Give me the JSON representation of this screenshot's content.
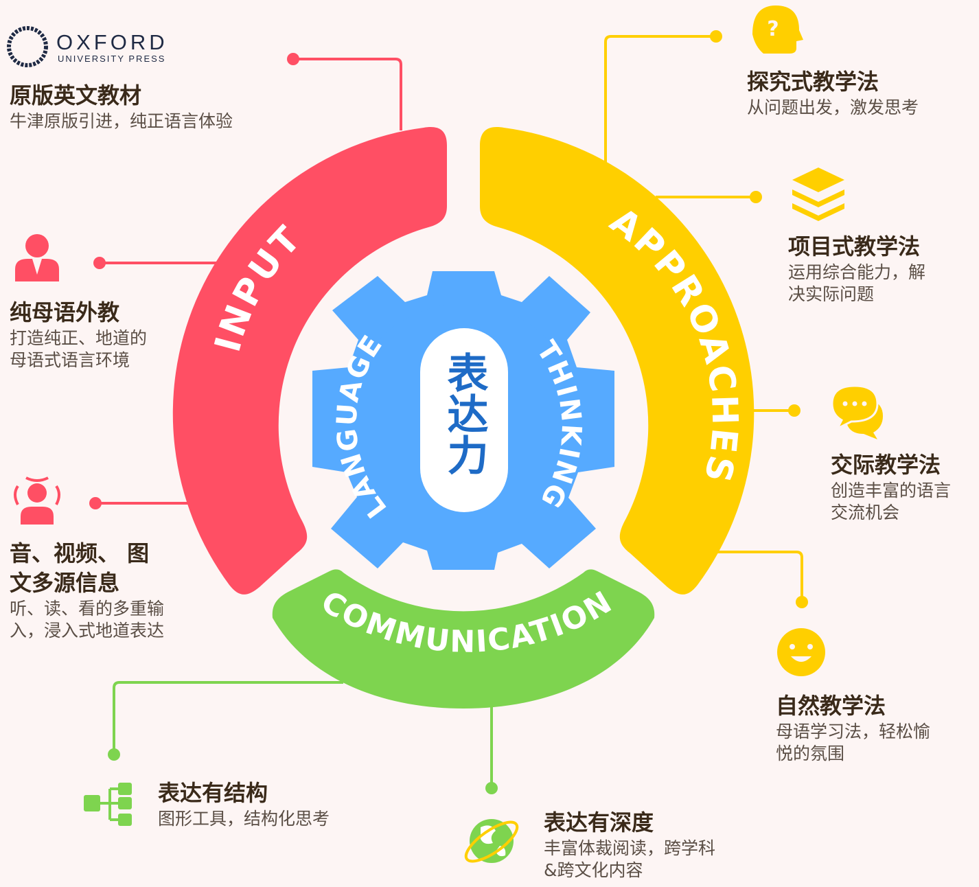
{
  "logo": {
    "word": "OXFORD",
    "sub": "UNIVERSITY PRESS"
  },
  "center": {
    "label": "表达力"
  },
  "gear": {
    "left_label": "LANGUAGE",
    "right_label": "THINKING"
  },
  "segments": [
    {
      "id": "input",
      "label": "INPUT",
      "color": "#FF4F64"
    },
    {
      "id": "approaches",
      "label": "APPROACHES",
      "color": "#FFCF00"
    },
    {
      "id": "communication",
      "label": "COMMUNICATION",
      "color": "#7ED44F"
    }
  ],
  "colors": {
    "background": "#FDF5F4",
    "gear": "#56AAFF",
    "center_text": "#1E6BC6",
    "title_text": "#3a2a1a",
    "desc_text": "#5a4e45"
  },
  "input_items": [
    {
      "title": "原版英文教材",
      "desc": [
        "牛津原版引进，纯正语言体验"
      ]
    },
    {
      "title": "纯母语外教",
      "icon": "teacher-icon",
      "desc": [
        "打造纯正、地道的",
        "母语式语言环境"
      ]
    },
    {
      "title": [
        "音、视频、 图",
        "文多源信息"
      ],
      "icon": "speaker-person-icon",
      "desc": [
        "听、读、看的多重输",
        "入，浸入式地道表达"
      ]
    }
  ],
  "approach_items": [
    {
      "title": "探究式教学法",
      "icon": "question-head-icon",
      "desc": [
        "从问题出发，激发思考"
      ]
    },
    {
      "title": "项目式教学法",
      "icon": "layers-icon",
      "desc": [
        "运用综合能力，解",
        "决实际问题"
      ]
    },
    {
      "title": "交际教学法",
      "icon": "chat-bubbles-icon",
      "desc": [
        "创造丰富的语言",
        "交流机会"
      ]
    },
    {
      "title": "自然教学法",
      "icon": "smiley-icon",
      "desc": [
        "母语学习法，轻松愉",
        "悦的氛围"
      ]
    }
  ],
  "communication_items": [
    {
      "title": "表达有结构",
      "icon": "tree-structure-icon",
      "desc": [
        "图形工具，结构化思考"
      ]
    },
    {
      "title": "表达有深度",
      "icon": "globe-icon",
      "desc": [
        "丰富体裁阅读，跨学科",
        "&跨文化内容"
      ]
    }
  ]
}
